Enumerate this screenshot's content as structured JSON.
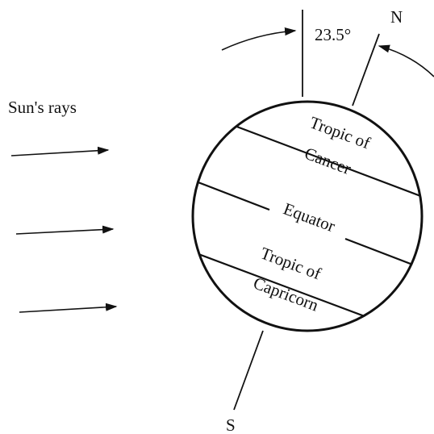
{
  "rays_label": "Sun's rays",
  "angle_label": "23.5°",
  "north_label": "N",
  "south_label": "S",
  "bands": {
    "tropic_cancer_line1": "Tropic of",
    "tropic_cancer_line2": "Cancer",
    "equator": "Equator",
    "tropic_capricorn_line1": "Tropic of",
    "tropic_capricorn_line2": "Capricorn"
  },
  "ink_color": "#111111",
  "background_color": "#ffffff"
}
